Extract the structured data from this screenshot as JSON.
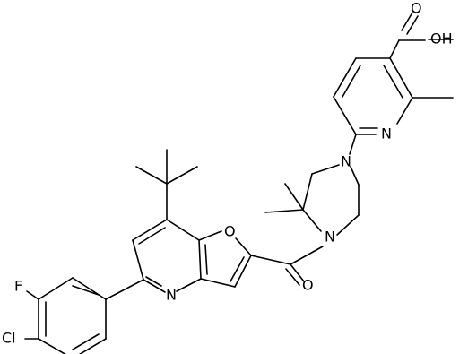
{
  "structure": {
    "atom_labels": {
      "oh": "OH",
      "o_acid": "O",
      "n_pyridine": "N",
      "n_piperazine_top": "N",
      "n_piperazine_amide": "N",
      "o_amide": "O",
      "o_furan": "O",
      "n_furopyridine": "N",
      "f": "F",
      "cl": "Cl"
    },
    "colors": {
      "ink": "#000000",
      "background": "#ffffff"
    }
  }
}
